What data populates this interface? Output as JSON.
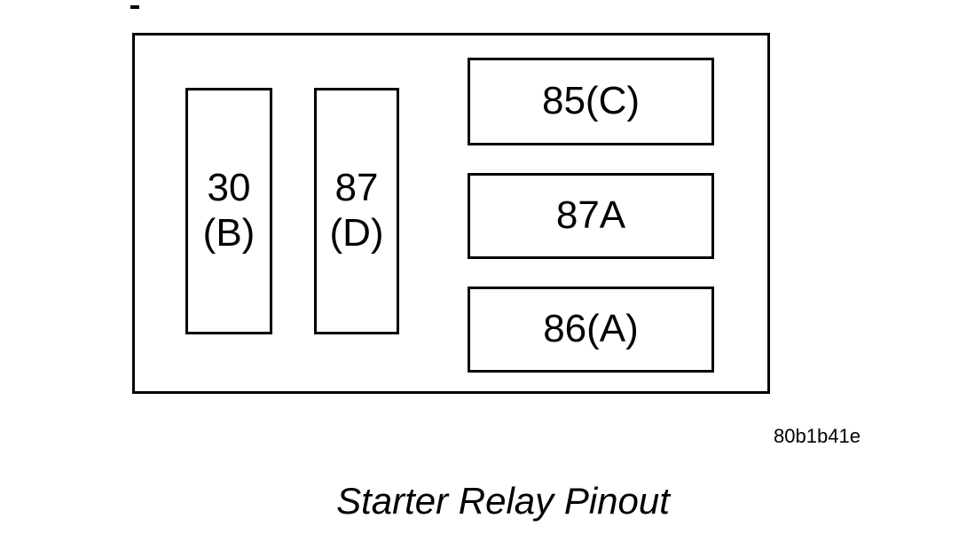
{
  "figure": {
    "title": "Starter Relay Pinout",
    "code": "80b1b41e"
  },
  "relay": {
    "pins": [
      {
        "line1": "30",
        "line2": "(B)"
      },
      {
        "line1": "87",
        "line2": "(D)"
      },
      {
        "label": "85(C)"
      },
      {
        "label": "87A"
      },
      {
        "label": "86(A)"
      }
    ]
  },
  "colors": {
    "line": "#000000",
    "background": "#ffffff",
    "text": "#000000"
  }
}
